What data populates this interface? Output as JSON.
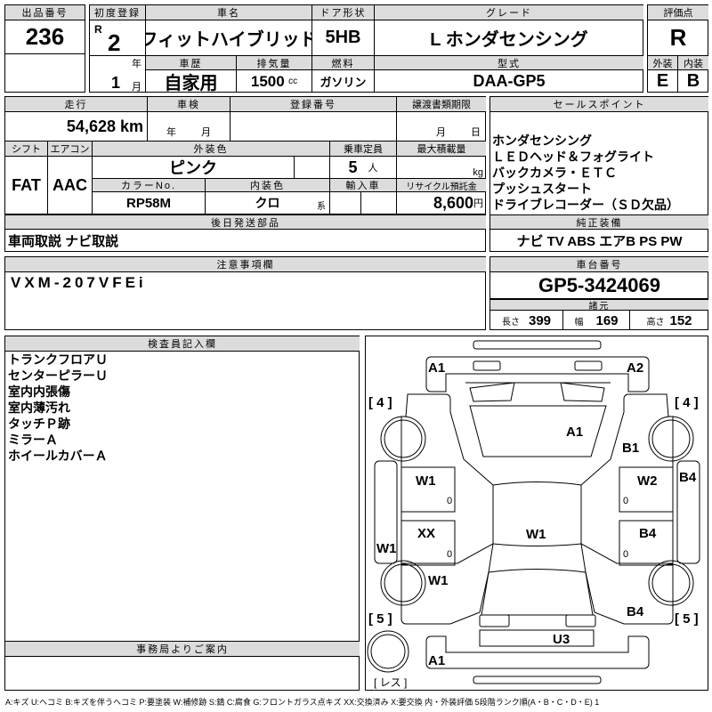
{
  "lot": {
    "label": "出品番号",
    "value": "236"
  },
  "first_reg": {
    "label": "初度登録",
    "era": "R",
    "year": "2",
    "year_unit": "年",
    "month": "1",
    "month_unit": "月"
  },
  "car_name": {
    "label": "車名",
    "value": "フィットハイブリッド"
  },
  "door": {
    "label": "ドア形状",
    "value": "5HB"
  },
  "grade": {
    "label": "グレード",
    "value": "L ホンダセンシング"
  },
  "history": {
    "label": "車歴",
    "value": "自家用"
  },
  "displacement": {
    "label": "排気量",
    "value": "1500",
    "unit": "cc"
  },
  "fuel": {
    "label": "燃料",
    "value": "ガソリン"
  },
  "model": {
    "label": "型式",
    "value": "DAA-GP5"
  },
  "score": {
    "label": "評価点",
    "value": "R",
    "ext_label": "外装",
    "int_label": "内装",
    "ext": "E",
    "int": "B"
  },
  "mileage": {
    "label": "走行",
    "value": "54,628 km"
  },
  "shaken": {
    "label": "車検",
    "year_unit": "年",
    "month_unit": "月"
  },
  "reg_no": {
    "label": "登録番号"
  },
  "transfer": {
    "label": "譲渡書類期限",
    "month_unit": "月",
    "day_unit": "日"
  },
  "shift": {
    "label": "シフト",
    "value": "FAT"
  },
  "ac": {
    "label": "エアコン",
    "value": "AAC"
  },
  "ext_color": {
    "label": "外装色",
    "value": "ピンク"
  },
  "capacity": {
    "label": "乗車定員",
    "value": "5",
    "unit": "人"
  },
  "max_load": {
    "label": "最大積載量",
    "unit": "kg"
  },
  "color_no": {
    "label": "カラーNo.",
    "value": "RP58M"
  },
  "int_color": {
    "label": "内装色",
    "value": "クロ",
    "unit": "系"
  },
  "import": {
    "label": "輸入車"
  },
  "recycle": {
    "label": "リサイクル預託金",
    "value": "8,600",
    "unit": "円"
  },
  "later_parts": {
    "label": "後日発送部品",
    "value": "車両取説 ナビ取説"
  },
  "sales": {
    "label": "セールスポイント",
    "items": [
      "ホンダセンシング",
      "ＬＥＤヘッド＆フォグライト",
      "バックカメラ・ＥＴＣ",
      "プッシュスタート",
      "ドライブレコーダー（ＳＤ欠品）"
    ]
  },
  "equipment": {
    "label": "純正装備",
    "value": "ナビ TV ABS エアB PS PW"
  },
  "notes": {
    "label": "注意事項欄",
    "value": "VXM-207VFEi"
  },
  "chassis": {
    "label": "車台番号",
    "value": "GP5-3424069"
  },
  "specs": {
    "label": "諸元",
    "length_label": "長さ",
    "length": "399",
    "width_label": "幅",
    "width": "169",
    "height_label": "高さ",
    "height": "152"
  },
  "inspector": {
    "label": "検査員記入欄",
    "items": [
      "トランクフロアＵ",
      "センターピラーＵ",
      "室内内張傷",
      "室内薄汚れ",
      "タッチＰ跡",
      "ミラーＡ",
      "ホイールカバーＡ"
    ]
  },
  "office": {
    "label": "事務局よりご案内"
  },
  "diagram": {
    "front_bumper_l": "A1",
    "front_bumper_r": "A2",
    "tire_fl": "[ 4 ]",
    "tire_fr": "[ 4 ]",
    "hood": "A1",
    "fender_fr": "B1",
    "door_fl": "W1",
    "door_fr": "W2",
    "sill_r": "B4",
    "door_rl": "XX",
    "door_rr": "B4",
    "roof": "W1",
    "sill_l": "W1",
    "fender_rl": "W1",
    "fender_rr": "B4",
    "tire_rl": "[ 5 ]",
    "tire_rr": "[ 5 ]",
    "rear_panel": "U3",
    "rear_bumper": "A1",
    "spare": "[ レス ]",
    "zero": "0"
  },
  "legend": "A:キズ U:ヘコミ B:キズを伴うヘコミ P:要塗装 W:補修跡 S:錆 C:腐食 G:フロントガラス点キズ XX:交換済み X:要交換 内・外装評価 5段階ランク順(A・B・C・D・E) 1"
}
